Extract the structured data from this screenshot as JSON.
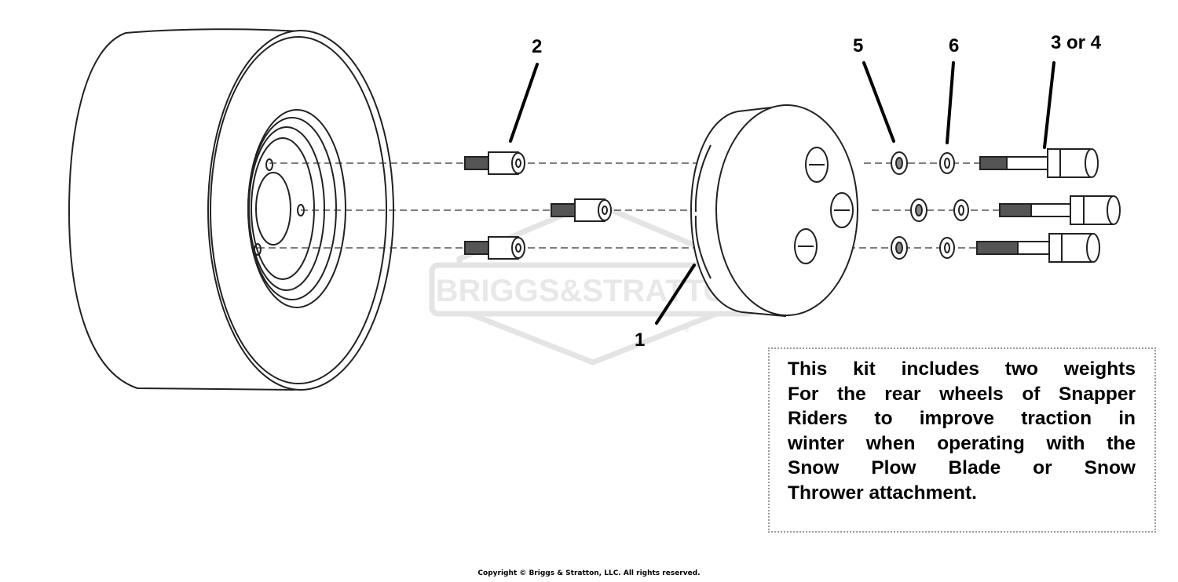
{
  "callouts": {
    "part_1": "1",
    "part_2": "2",
    "part_3_or_4": "3 or 4",
    "part_5": "5",
    "part_6": "6"
  },
  "note": {
    "line1": "This kit includes two weights",
    "line2": "For the rear wheels of Snapper",
    "line3": "Riders to improve traction in",
    "line4": "winter when operating with the",
    "line5": "Snow Plow Blade or Snow",
    "line6": "Thrower attachment."
  },
  "watermark": "BRIGGS&STRATTON",
  "copyright": "Copyright © Briggs & Stratton, LLC. All rights reserved.",
  "colors": {
    "line": "#222222",
    "watermark": "#e2e2e2",
    "thread": "#555555"
  }
}
